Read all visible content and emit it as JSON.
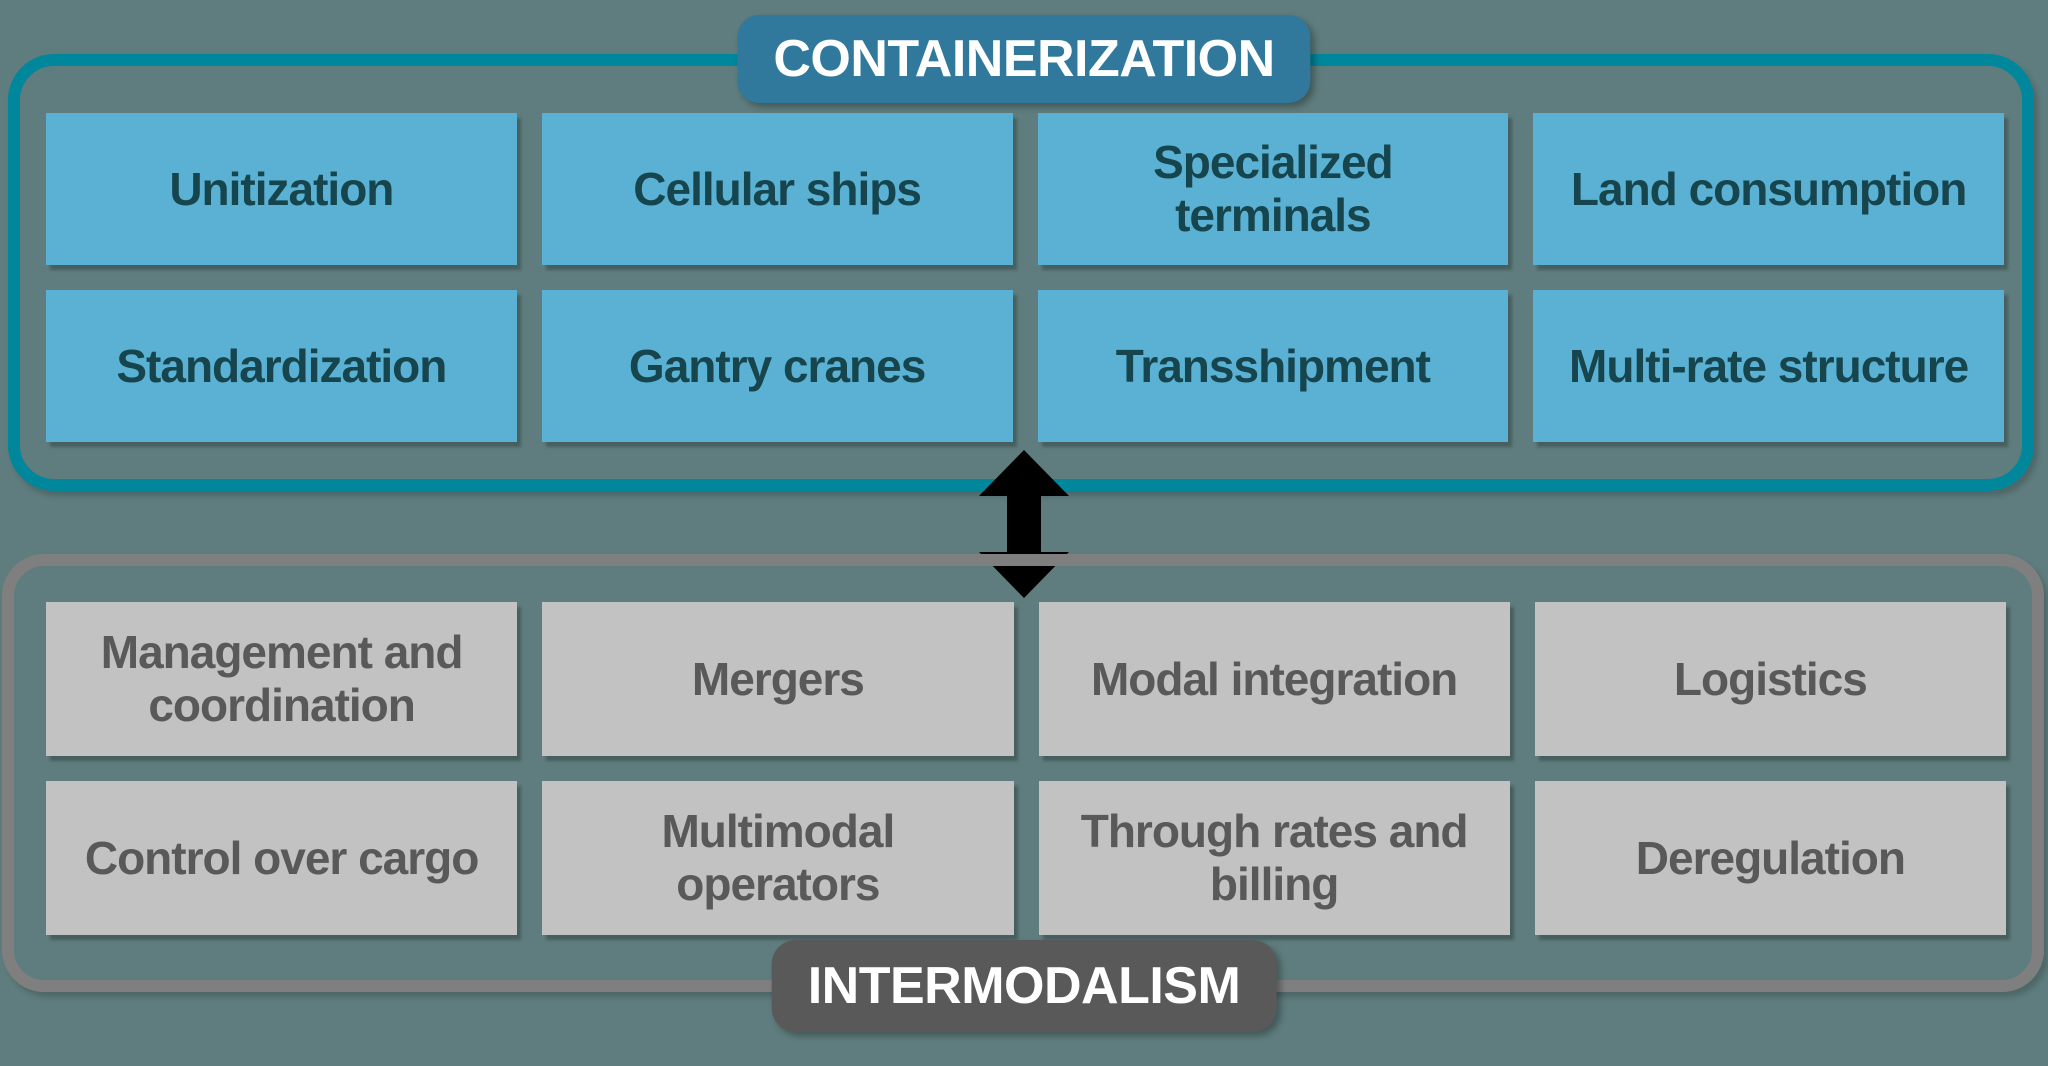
{
  "background_color": "#5F7D7E",
  "top_section": {
    "label": "CONTAINERIZATION",
    "border_color": "#00879B",
    "badge_color": "#31799C",
    "box_color": "#5BB1D3",
    "box_text_color": "#16454E",
    "boxes": [
      "Unitization",
      "Cellular ships",
      "Specialized\nterminals",
      "Land consumption",
      "Standardization",
      "Gantry cranes",
      "Transshipment",
      "Multi-rate structure"
    ]
  },
  "connector": {
    "icon": "double-headed-vertical-arrow",
    "color": "#000000"
  },
  "bottom_section": {
    "label": "INTERMODALISM",
    "border_color": "#7F7F7F",
    "badge_color": "#595959",
    "box_color": "#C2C2C2",
    "box_text_color": "#595959",
    "boxes": [
      "Management and\ncoordination",
      "Mergers",
      "Modal integration",
      "Logistics",
      "Control over cargo",
      "Multimodal\noperators",
      "Through rates and\nbilling",
      "Deregulation"
    ]
  }
}
